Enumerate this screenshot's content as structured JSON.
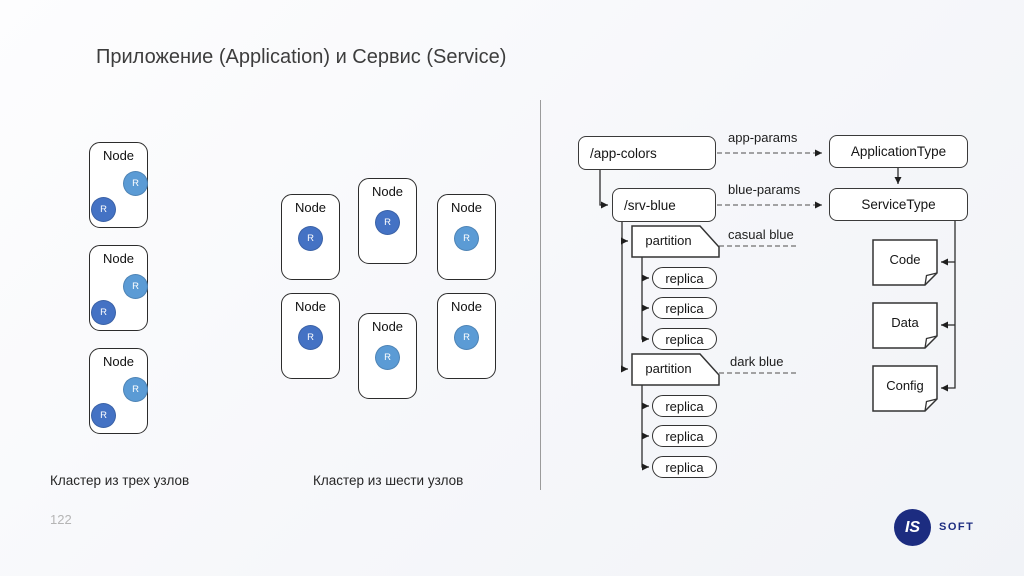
{
  "title": "Приложение (Application) и Сервис (Service)",
  "page_number": "122",
  "clusters": {
    "node_label": "Node",
    "replica_letter": "R",
    "caption_three": "Кластер из трех узлов",
    "caption_six": "Кластер из шести узлов"
  },
  "tree": {
    "root": "/app-colors",
    "service": "/srv-blue",
    "application_type": "ApplicationType",
    "service_type": "ServiceType",
    "edge_app_params": "app-params",
    "edge_blue_params": "blue-params",
    "edge_casual_blue": "casual blue",
    "edge_dark_blue": "dark blue",
    "partition_label": "partition",
    "replica_label": "replica",
    "artifacts": {
      "code": "Code",
      "data": "Data",
      "config": "Config"
    }
  },
  "colors": {
    "replica_light": "#5b9bd5",
    "replica_dark": "#4472c4",
    "brand_navy": "#1c2c80"
  },
  "logo": {
    "initials": "IS",
    "name": "SOFT"
  }
}
